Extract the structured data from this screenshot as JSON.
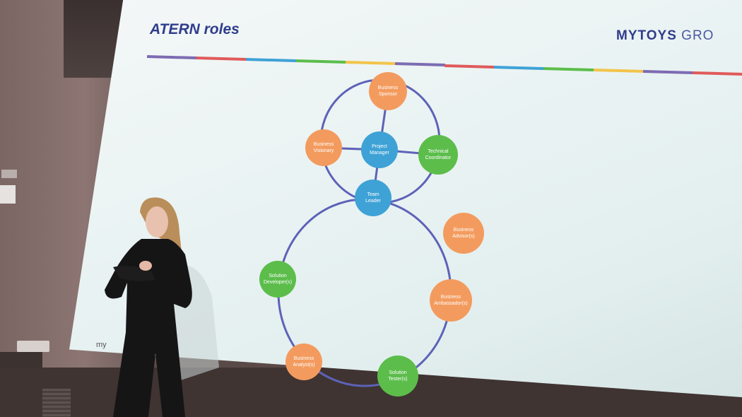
{
  "slide": {
    "title": "ATERN roles",
    "brand_bold": "MYTOYS",
    "brand_light": "GRO",
    "corner_fragment": "my"
  },
  "diagram": {
    "nodes": [
      {
        "id": "business-sponsor",
        "lines": [
          "Business",
          "Sponsor"
        ],
        "color": "#f39b5e"
      },
      {
        "id": "business-visionary",
        "lines": [
          "Business",
          "Visionary"
        ],
        "color": "#f39b5e"
      },
      {
        "id": "project-manager",
        "lines": [
          "Project",
          "Manager"
        ],
        "color": "#3ea2d6"
      },
      {
        "id": "technical-coordinator",
        "lines": [
          "Technical",
          "Coordinator"
        ],
        "color": "#5cbd4b"
      },
      {
        "id": "team-leader",
        "lines": [
          "Team",
          "Leader"
        ],
        "color": "#3ea2d6"
      },
      {
        "id": "business-advisor",
        "lines": [
          "Business",
          "Advisor(s)"
        ],
        "color": "#f39b5e"
      },
      {
        "id": "solution-developer",
        "lines": [
          "Solution",
          "Developer(s)"
        ],
        "color": "#5cbd4b"
      },
      {
        "id": "business-ambassador",
        "lines": [
          "Business",
          "Ambassador(s)"
        ],
        "color": "#f39b5e"
      },
      {
        "id": "business-analyst",
        "lines": [
          "Business",
          "Analyst(s)"
        ],
        "color": "#f39b5e"
      },
      {
        "id": "solution-tester",
        "lines": [
          "Solution",
          "Tester(s)"
        ],
        "color": "#5cbd4b"
      }
    ],
    "ring_color": "#5d62b8"
  },
  "colors": {
    "title": "#2f3d8c",
    "stripes": [
      "#7d6bb3",
      "#e05a5a",
      "#3ea2d6",
      "#5cbd4b",
      "#f3c44a",
      "#7d6bb3",
      "#e05a5a",
      "#3ea2d6",
      "#5cbd4b",
      "#f3c44a",
      "#7d6bb3",
      "#e05a5a"
    ]
  }
}
